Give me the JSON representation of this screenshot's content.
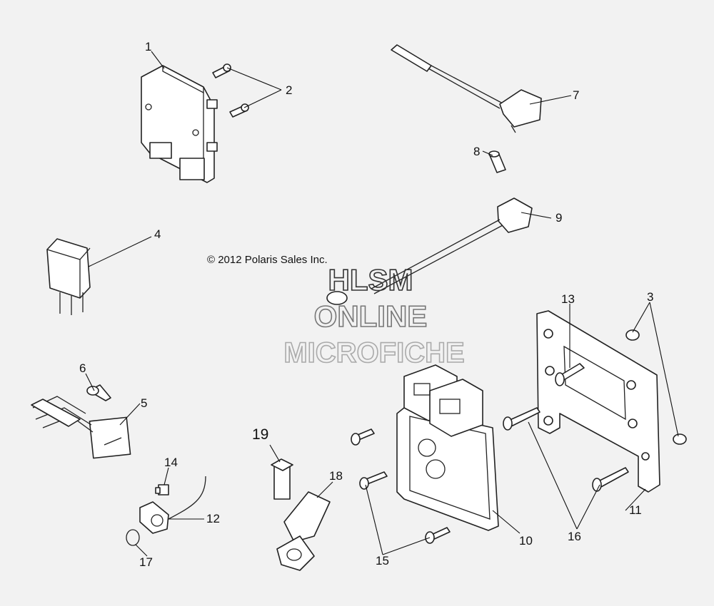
{
  "copyright": "© 2012 Polaris Sales Inc.",
  "watermark": {
    "line1": "HLSM",
    "line2": "ONLINE",
    "line3": "MICROFICHE"
  },
  "callouts": [
    "1",
    "2",
    "3",
    "4",
    "5",
    "6",
    "7",
    "8",
    "9",
    "10",
    "11",
    "12",
    "13",
    "14",
    "15",
    "16",
    "17",
    "18",
    "19"
  ]
}
